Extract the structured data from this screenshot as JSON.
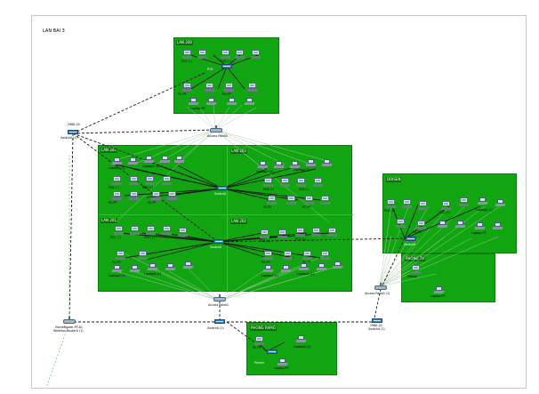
{
  "diagram": {
    "title": "LAN BAI 3",
    "zones": [
      {
        "id": "z-lan200",
        "label": "LAN 200"
      },
      {
        "id": "z-lan204",
        "label": "LAN 204"
      },
      {
        "id": "z-lan203",
        "label": "LAN 203"
      },
      {
        "id": "z-lan201",
        "label": "LAN 201"
      },
      {
        "id": "z-lan202",
        "label": "LAN 202"
      },
      {
        "id": "z-doisen",
        "label": "DOISEN"
      },
      {
        "id": "z-phongtv",
        "label": "PHONG TV"
      },
      {
        "id": "z-phongramo",
        "label": "PHONG RAMO"
      }
    ],
    "devices": {
      "switch_top": "Switch0 (1)",
      "switch_left": "Switch0 (1)",
      "switch_left_model": "2960-24",
      "ap_top": "Access Point0",
      "ap_mid": "Access Point0",
      "ap_right": "Access Point0 (1)",
      "switch_bottom": "Switch0 (1)",
      "switch_right": "Switch0 (1)",
      "switch_right_model": "2960-24",
      "router": "HomeRouter-PT-AC",
      "router_sub": "Wireless Router0 (1)",
      "sw_lan200": "PC0",
      "sw_lan204": "Switch0",
      "sw_lan201": "Switch0",
      "sw_doisen": "Switch0",
      "sw_phongramo": "Switch0"
    },
    "device_labels": {
      "pc_a": "PC-PT",
      "pc_b": "PC0 (1)",
      "laptop_a": "Laptop-PT",
      "laptop_b": "Laptop0 (1)",
      "printer": "Printer"
    }
  }
}
